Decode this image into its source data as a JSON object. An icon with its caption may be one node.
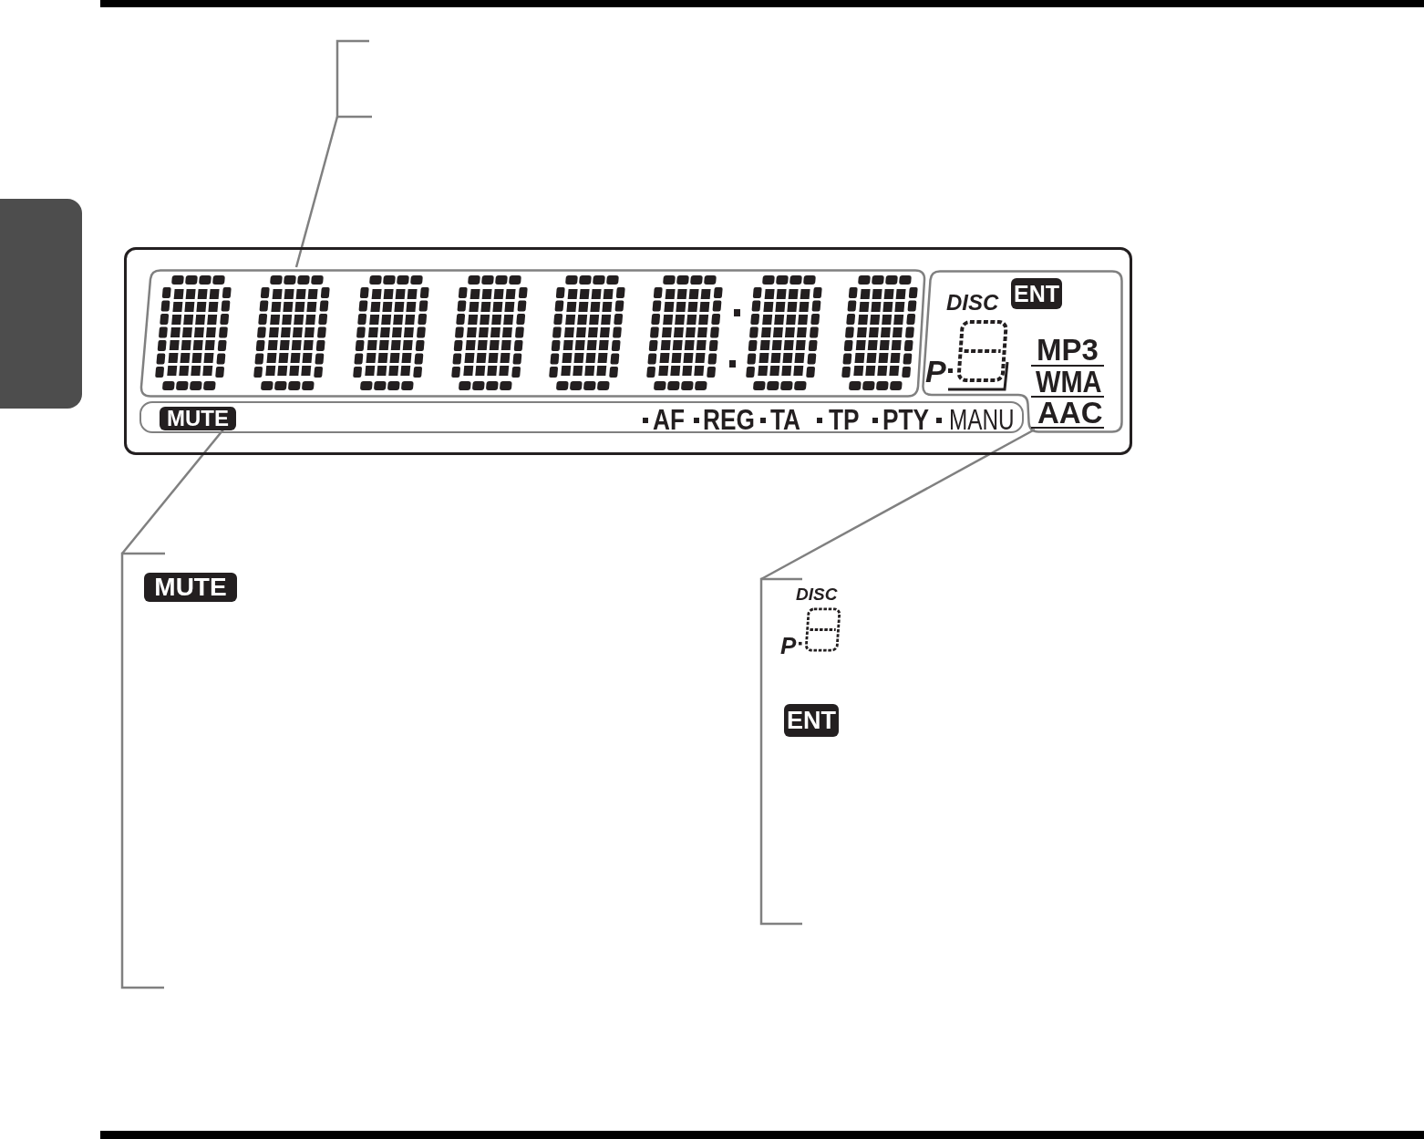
{
  "diagram": {
    "nodes": [
      {
        "text": [],
        "shape": "bracket"
      },
      {
        "text": [],
        "shape": "box"
      },
      {
        "text": [],
        "shape": "box"
      },
      {
        "text": [],
        "shape": "box",
        "in": 2
      },
      {
        "text": [
          "AF",
          "REG",
          "TA",
          "TP",
          "PTY",
          "MANU"
        ],
        "in": 2
      },
      {
        "text": [
          "MUTE"
        ],
        "in": 4
      },
      {
        "text": [
          "DISC",
          "P",
          "MP3",
          "WMA",
          "AAC"
        ],
        "in": 2
      },
      {
        "text": [
          "ENT"
        ],
        "in": 6
      },
      {
        "text": [],
        "shape": "bracket"
      },
      {
        "text": [
          "MUTE"
        ],
        "in": 8
      },
      {
        "text": [
          "DISC",
          "P"
        ]
      },
      {
        "text": [
          "ENT"
        ],
        "in": 10
      }
    ],
    "edges": [
      {
        "from": 0,
        "to": 3,
        "arrow": "none"
      },
      {
        "from": 8,
        "to": 4,
        "arrow": "none"
      },
      {
        "from": 10,
        "to": 6,
        "arrow": "none"
      }
    ]
  }
}
